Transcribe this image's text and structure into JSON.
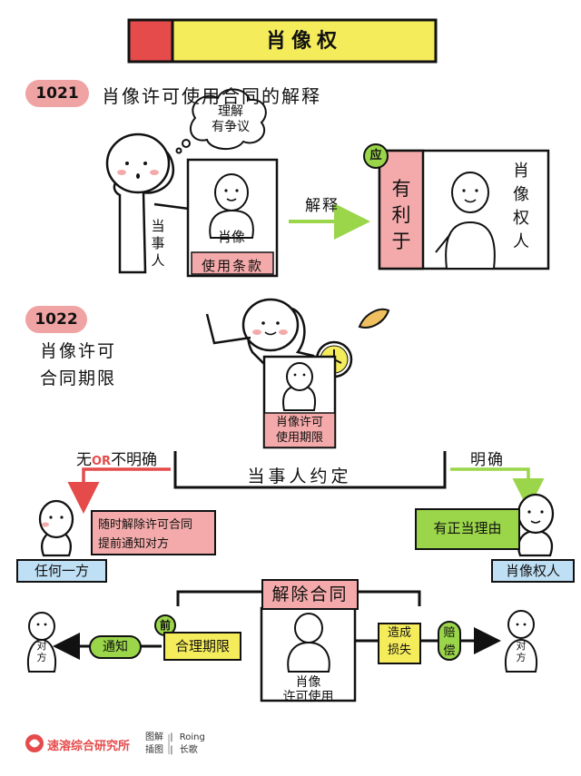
{
  "title": "肖像权",
  "section1": {
    "article": "1021",
    "heading": "肖像许可使用合同的解释",
    "thought": [
      "理解",
      "有争议"
    ],
    "party_label": [
      "当",
      "事",
      "人"
    ],
    "card_portrait": "肖像",
    "card_terms": "使用条款",
    "arrow_label": "解释",
    "should_badge": "应",
    "favorable": [
      "有",
      "利",
      "于"
    ],
    "right_holder": [
      "肖",
      "像",
      "权",
      "人"
    ]
  },
  "section2": {
    "article": "1022",
    "heading": [
      "肖像许可",
      "合同期限"
    ],
    "card_label": [
      "肖像许可",
      "使用期限"
    ],
    "none_prefix": "无",
    "or_word": "OR",
    "unclear": "不明确",
    "clear": "明确",
    "agreement": "当事人约定",
    "any_party_text": [
      "随时解除许可合同",
      "提前通知对方"
    ],
    "any_party_label": "任何一方",
    "legit_reason": "有正当理由",
    "right_holder_label": "肖像权人",
    "terminate": "解除合同",
    "notify": "通知",
    "before_badge": "前",
    "reasonable_period": "合理期限",
    "use_card": [
      "肖像",
      "许可使用"
    ],
    "cause_loss": [
      "造成",
      "损失"
    ],
    "compensate": [
      "赔",
      "偿"
    ],
    "other_party": [
      "对",
      "方"
    ]
  },
  "footer": {
    "brand": "速溶综合研究所",
    "credits": [
      {
        "role": "图解",
        "name": "Roing"
      },
      {
        "role": "插图",
        "name": "长歌"
      }
    ]
  },
  "colors": {
    "pink": "#f4aaaa",
    "green": "#9ad54a",
    "yellow": "#f5ec5c",
    "red": "#e54b4b",
    "blue": "#bfe0f4"
  }
}
